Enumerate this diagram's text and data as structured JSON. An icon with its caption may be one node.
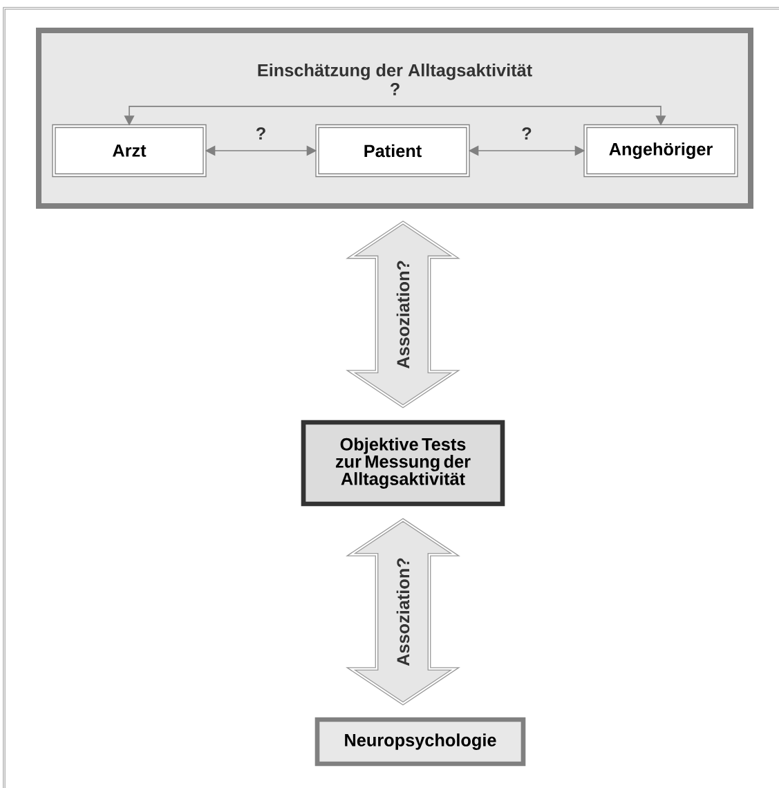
{
  "diagram": {
    "nodes": [
      {
        "text": [
          "Einschätzung der Alltagsaktivität"
        ]
      },
      {
        "text": [
          "Arzt"
        ],
        "in": 0
      },
      {
        "text": [
          "Patient"
        ],
        "in": 0
      },
      {
        "text": [
          "Angehöriger"
        ],
        "in": 0
      },
      {
        "text": [
          "Objektive Tests zur Messung der Alltagsaktivität"
        ]
      },
      {
        "text": [
          "Neuropsychologie"
        ]
      }
    ],
    "edges": [
      {
        "from": 1,
        "to": 3,
        "arrow": "both",
        "label": "?"
      },
      {
        "from": 1,
        "to": 2,
        "arrow": "both",
        "label": "?"
      },
      {
        "from": 2,
        "to": 3,
        "arrow": "both",
        "label": "?"
      },
      {
        "from": 0,
        "to": 4,
        "arrow": "both",
        "label": "Assoziation?",
        "style": "thick"
      },
      {
        "from": 4,
        "to": 5,
        "arrow": "both",
        "label": "Assoziation?",
        "style": "thick"
      }
    ]
  }
}
